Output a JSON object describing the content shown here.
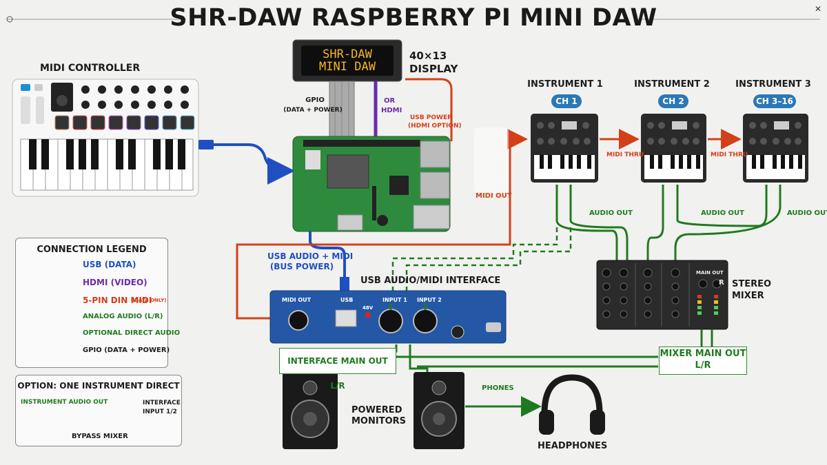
{
  "title": "SHR-DAW RASPBERRY PI MINI DAW",
  "display": {
    "screen_line1": "SHR-DAW",
    "screen_line2": "MINI DAW",
    "label_line1": "40×13",
    "label_line2": "DISPLAY"
  },
  "pi": {
    "gpio_line1": "GPIO",
    "gpio_line2": "(DATA + POWER)",
    "or_label": "OR",
    "hdmi_label": "HDMI",
    "usb_power_line1": "USB POWER",
    "usb_power_line2": "(HDMI OPTION)",
    "usb_audio_line1": "USB AUDIO + MIDI",
    "usb_audio_line2": "(BUS POWER)"
  },
  "midi_controller": {
    "label": "MIDI CONTROLLER"
  },
  "midi_out_label": "MIDI OUT",
  "instruments": [
    {
      "name": "INSTRUMENT 1",
      "channel": "CH 1"
    },
    {
      "name": "INSTRUMENT 2",
      "channel": "CH 2"
    },
    {
      "name": "INSTRUMENT 3",
      "channel": "CH 3–16"
    }
  ],
  "midi_thru_label": "MIDI THRU",
  "audio_out_label": "AUDIO  OUT",
  "mixer": {
    "label_line1": "STEREO",
    "label_line2": "MIXER",
    "main_out": "MAIN OUT",
    "channel_r": "R"
  },
  "interface": {
    "label": "USB AUDIO/MIDI INTERFACE",
    "midi_out": "MIDI OUT",
    "usb": "USB",
    "v48": "48V",
    "input1": "INPUT 1",
    "input2": "INPUT 2"
  },
  "interface_main_out": "INTERFACE MAIN OUT L/R",
  "mixer_main_out_line1": "MIXER MAIN OUT",
  "mixer_main_out_line2": "L/R",
  "monitors": {
    "line1": "POWERED",
    "line2": "MONITORS"
  },
  "phones_label": "PHONES",
  "headphones_label": "HEADPHONES",
  "legend": {
    "title": "CONNECTION LEGEND",
    "items": [
      {
        "label": "USB (DATA)",
        "color": "#1f4fc0"
      },
      {
        "label": "HDMI (VIDEO)",
        "color": "#6a2cab"
      },
      {
        "label": "5-PIN DIN MIDI",
        "note": "(DATA ONLY)",
        "color": "#d2401a"
      },
      {
        "label": "ANALOG AUDIO (L/R)",
        "color": "#1f7a1f"
      },
      {
        "label": "OPTIONAL DIRECT AUDIO",
        "color": "#1f7a1f"
      },
      {
        "label": "GPIO (DATA + POWER)",
        "color": "#1c1c1c"
      }
    ]
  },
  "option": {
    "title": "OPTION: ONE INSTRUMENT DIRECT",
    "instrument_audio_out": "INSTRUMENT AUDIO OUT",
    "interface_input_line1": "INTERFACE",
    "interface_input_line2": "INPUT 1/2",
    "bypass": "BYPASS MIXER"
  },
  "colors": {
    "usb": "#1f4fc0",
    "hdmi": "#6a2cab",
    "midi": "#d2401a",
    "audio": "#1f7a1f",
    "accent": "#2a78b7"
  }
}
